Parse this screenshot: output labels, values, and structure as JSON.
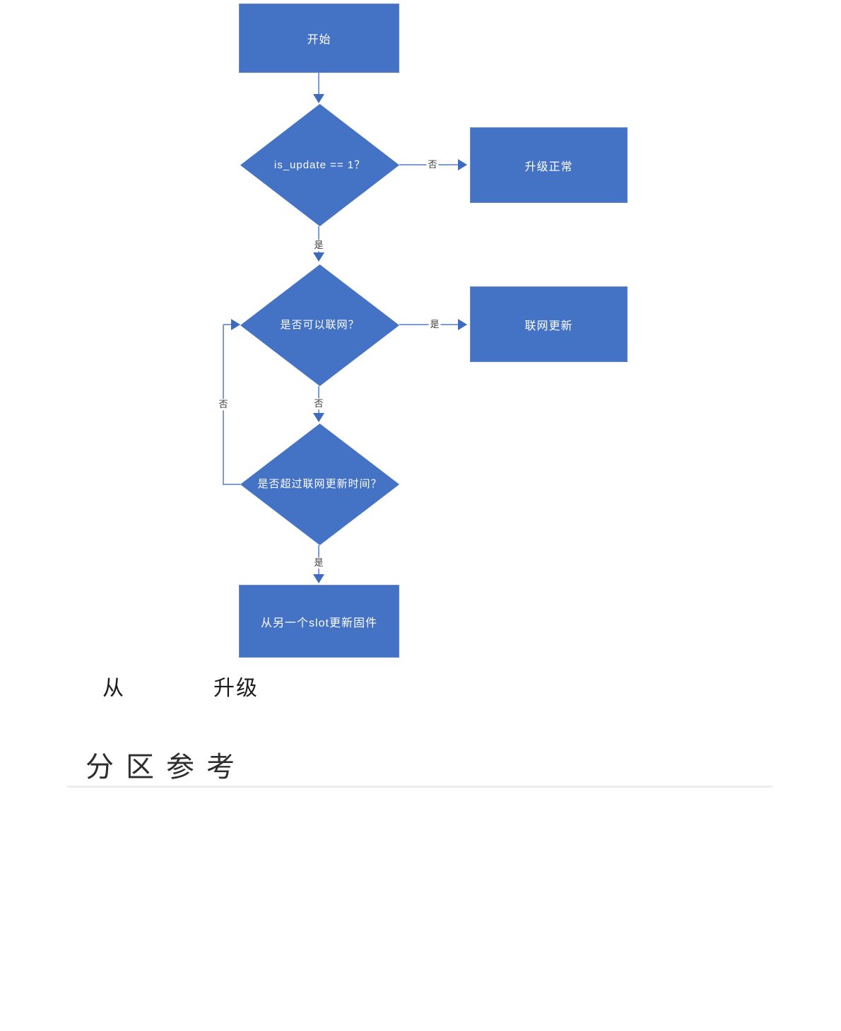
{
  "flowchart": {
    "nodes": {
      "start": "开始",
      "check_update": "is_update == 1？",
      "upgrade_normal": "升级正常",
      "can_network": "是否可以联网？",
      "online_update": "联网更新",
      "over_time": "是否超过联网更新时间？",
      "slot_update": "从另一个slot更新固件"
    },
    "edge_labels": {
      "update_no": "否",
      "update_yes": "是",
      "network_yes": "是",
      "network_no": "否",
      "overtime_loop_no": "否",
      "overtime_yes": "是"
    }
  },
  "caption": {
    "left": "从",
    "right": "升级"
  },
  "section": {
    "heading": "分区参考"
  },
  "colors": {
    "shape_fill": "#4472C4",
    "shape_border": "#6189cb",
    "connector_line": "#7f9bd6",
    "arrowhead": "#3d6bbf",
    "edge_label_text": "#404040"
  }
}
